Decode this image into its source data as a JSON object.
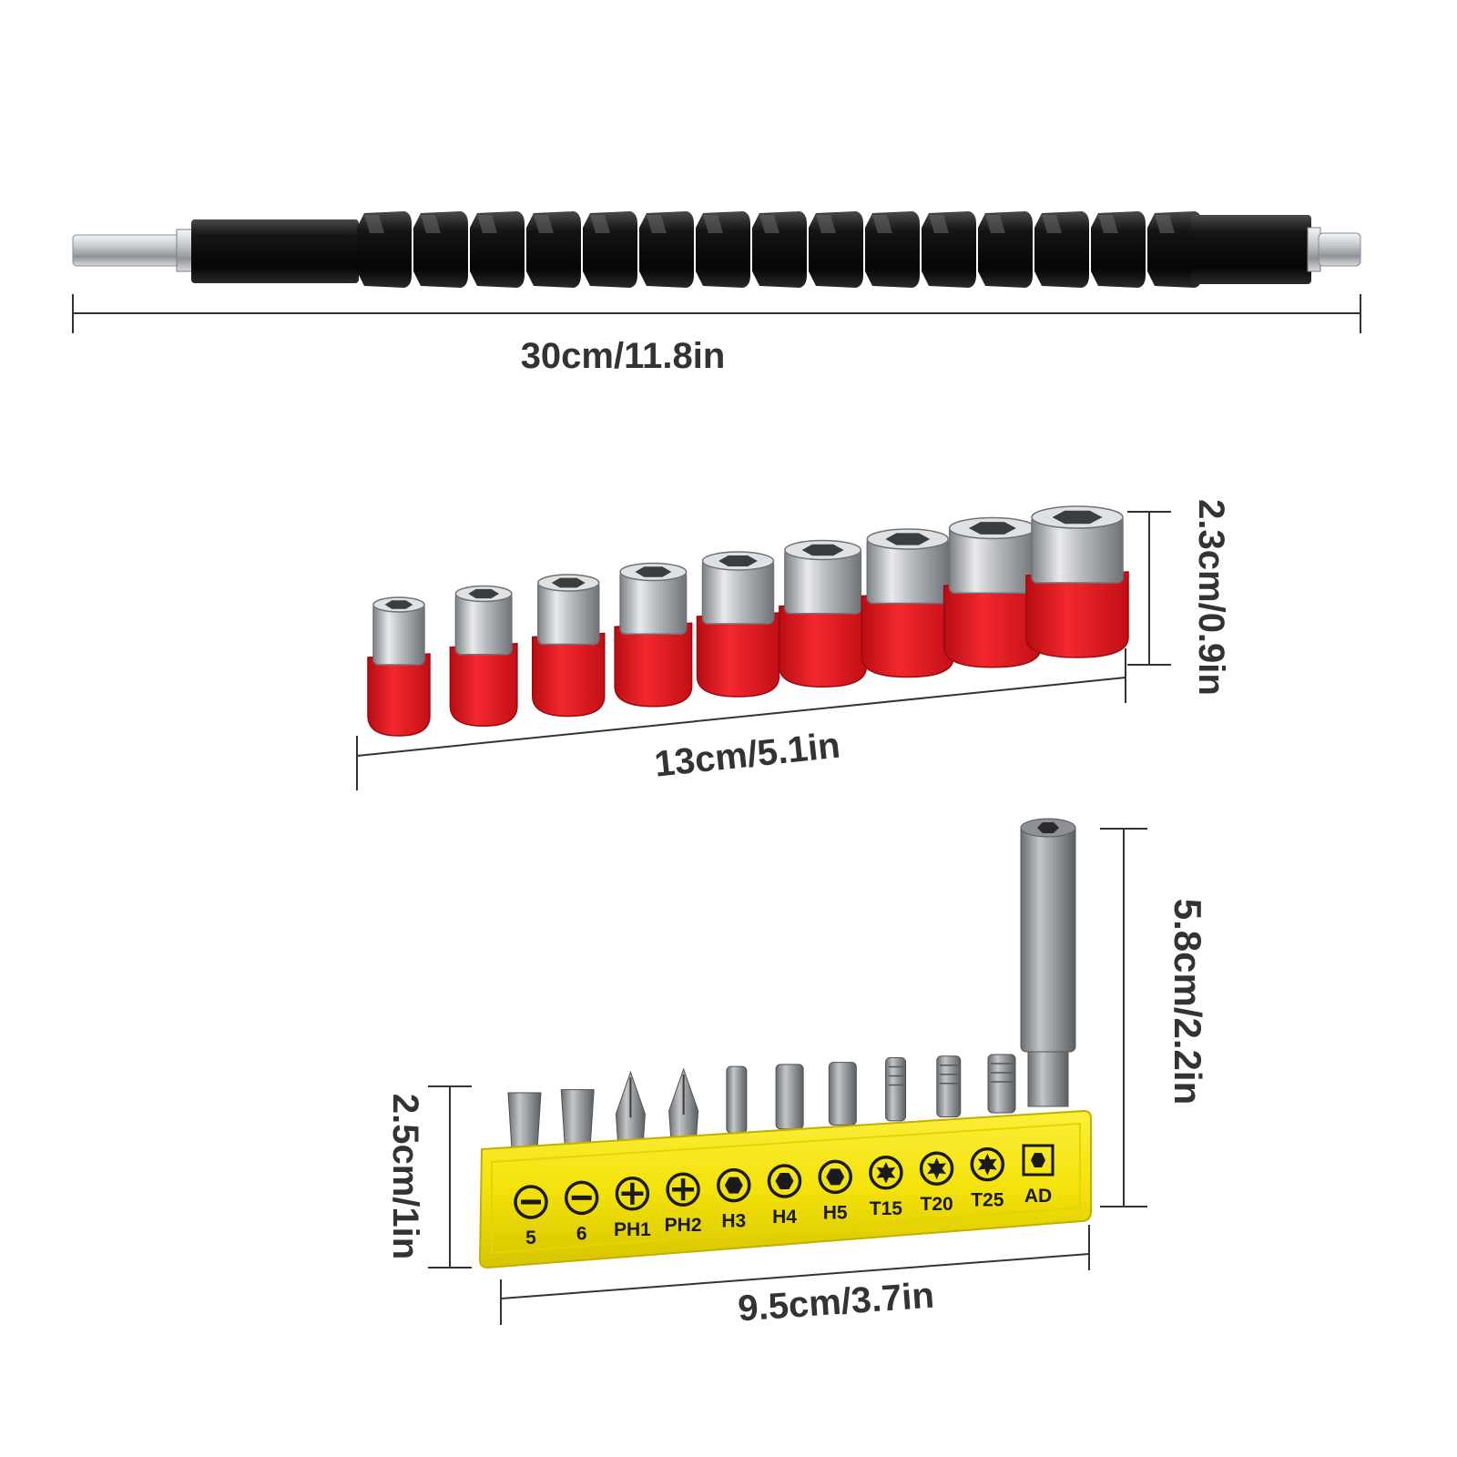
{
  "dimensions": {
    "shaft_length": "30cm/11.8in",
    "sockets_length": "13cm/5.1in",
    "sockets_height": "2.3cm/0.9in",
    "bits_length": "9.5cm/3.7in",
    "bits_height": "2.5cm/1in",
    "extension_height": "5.8cm/2.2in"
  },
  "sockets": {
    "count": 9,
    "holder_color": "#e8141c"
  },
  "bit_set": {
    "holder_color": "#f3e20a",
    "bits": [
      {
        "label": "5",
        "icon": "slotted-icon"
      },
      {
        "label": "6",
        "icon": "slotted-icon"
      },
      {
        "label": "PH1",
        "icon": "phillips-icon"
      },
      {
        "label": "PH2",
        "icon": "phillips-icon"
      },
      {
        "label": "H3",
        "icon": "hex-icon"
      },
      {
        "label": "H4",
        "icon": "hex-icon"
      },
      {
        "label": "H5",
        "icon": "hex-icon"
      },
      {
        "label": "T15",
        "icon": "torx-icon"
      },
      {
        "label": "T20",
        "icon": "torx-icon"
      },
      {
        "label": "T25",
        "icon": "torx-icon"
      },
      {
        "label": "AD",
        "icon": "adapter-icon"
      }
    ]
  },
  "colors": {
    "shaft_black": "#0d0d0d",
    "socket_red": "#e8141c",
    "holder_yellow": "#f3e20a",
    "chrome": "#c9ccd0",
    "dimension_text": "#333333"
  }
}
